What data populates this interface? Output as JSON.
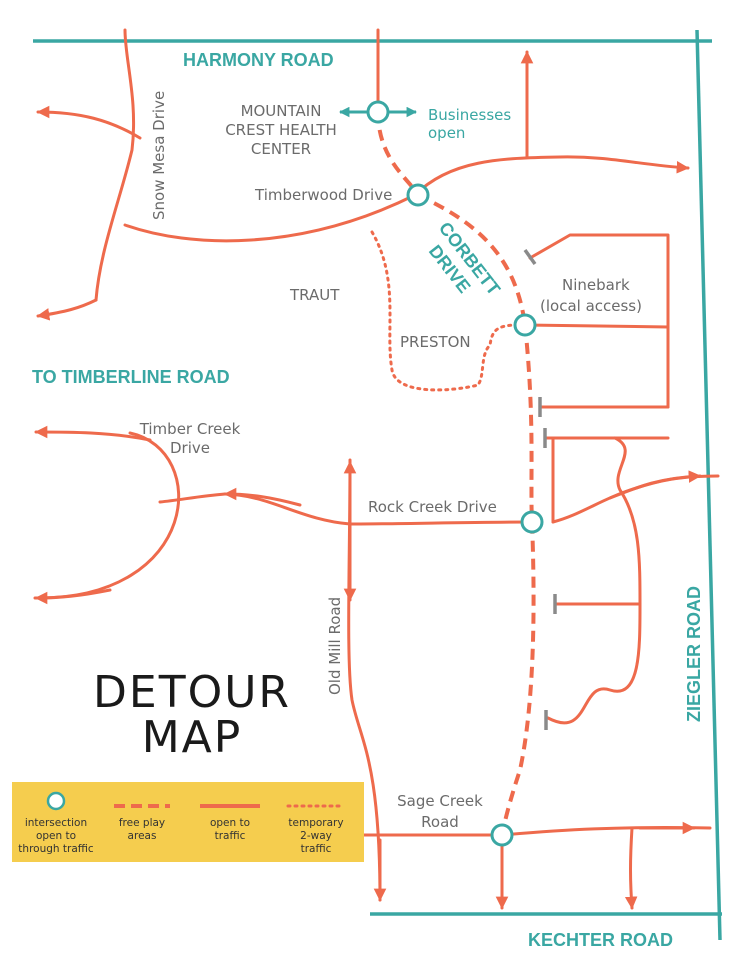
{
  "title": {
    "line1": "DETOUR",
    "line2": "MAP"
  },
  "major_roads": {
    "harmony": "HARMONY ROAD",
    "timberline": "TO TIMBERLINE ROAD",
    "ziegler": "ZIEGLER ROAD",
    "kechter": "KECHTER ROAD"
  },
  "corbett": {
    "line1": "CORBETT",
    "line2": "DRIVE"
  },
  "labels": {
    "snow_mesa": "Snow Mesa Drive",
    "health_center": [
      "MOUNTAIN",
      "CREST HEALTH",
      "CENTER"
    ],
    "businesses": [
      "Businesses",
      "open"
    ],
    "timberwood": "Timberwood Drive",
    "traut": "TRAUT",
    "ninebark": [
      "Ninebark",
      "(local access)"
    ],
    "preston": "PRESTON",
    "timber_creek": [
      "Timber Creek",
      "Drive"
    ],
    "rock_creek": "Rock Creek Drive",
    "old_mill": "Old Mill Road",
    "sage_creek": [
      "Sage Creek",
      "Road"
    ]
  },
  "legend": {
    "intersection": [
      "intersection",
      "open to",
      "through traffic"
    ],
    "free_play": [
      "free play",
      "areas"
    ],
    "open": [
      "open to",
      "traffic"
    ],
    "temporary": [
      "temporary",
      "2-way",
      "traffic"
    ]
  },
  "colors": {
    "road": "#ee6a4c",
    "teal": "#3aa7a3",
    "legend_bg": "#f5cd4e",
    "barrier": "#8a8a8a"
  },
  "icons": [
    "arrow-icon",
    "intersection-circle-icon",
    "barrier-icon"
  ]
}
